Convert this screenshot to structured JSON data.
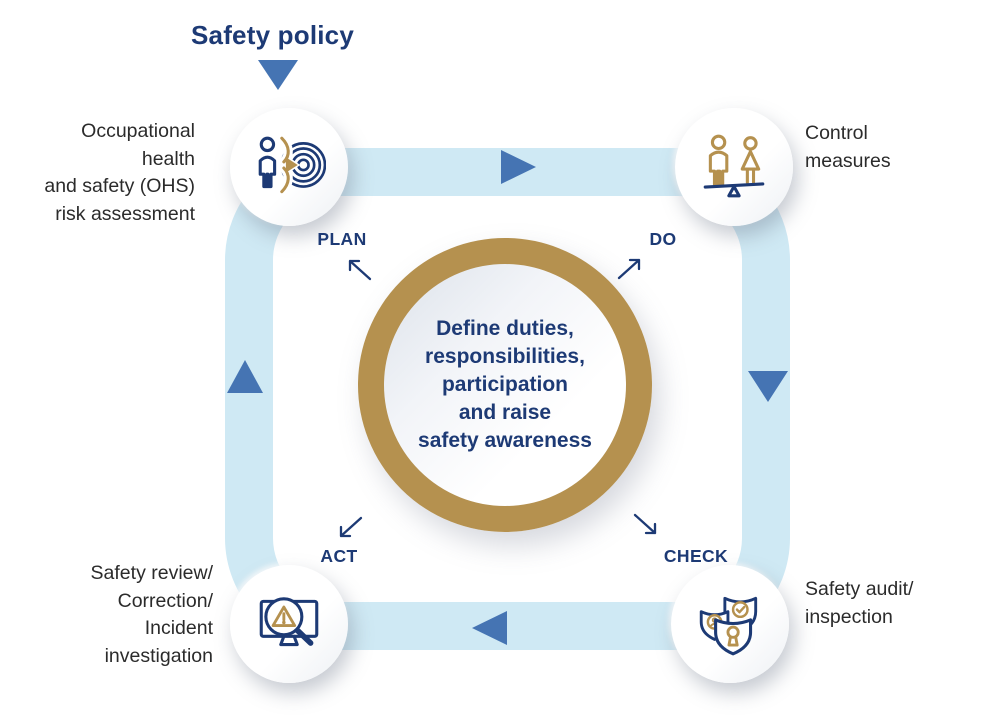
{
  "title": "Safety policy",
  "center_text": "Define duties,\nresponsibilities,\nparticipation\nand raise\nsafety awareness",
  "steps": {
    "plan": {
      "label": "PLAN",
      "caption": "Occupational\nhealth\nand safety (OHS)\nrisk assessment",
      "icon": "person-target-icon"
    },
    "do": {
      "label": "DO",
      "caption": "Control\nmeasures",
      "icon": "people-balance-icon"
    },
    "check": {
      "label": "CHECK",
      "caption": "Safety audit/\ninspection",
      "icon": "security-shields-icon"
    },
    "act": {
      "label": "ACT",
      "caption": "Safety review/\nCorrection/\nIncident\ninvestigation",
      "icon": "monitor-magnifier-alert-icon"
    }
  },
  "flow_arrows": [
    "right",
    "down",
    "left",
    "up"
  ],
  "colors": {
    "navy": "#1d3a75",
    "gold": "#b5914f",
    "band_light_blue": "#cfe9f4",
    "arrow_blue": "#4574b3",
    "caption_text": "#2b2b2b"
  }
}
